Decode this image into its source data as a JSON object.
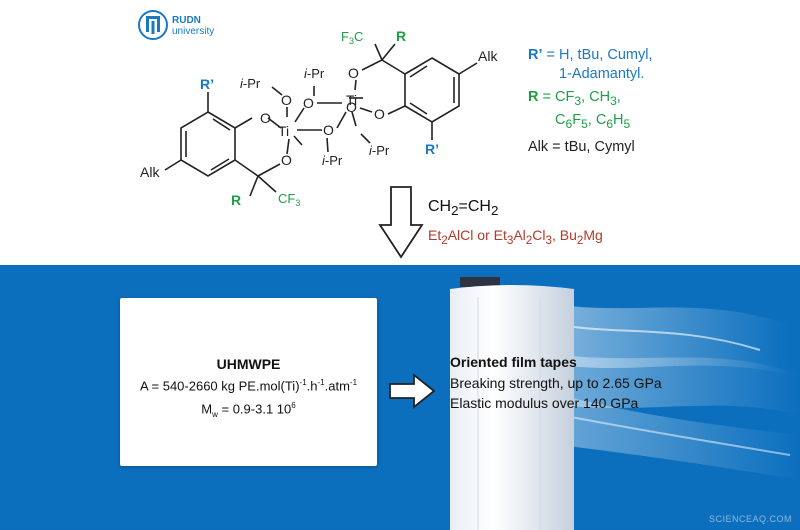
{
  "logo": {
    "line1": "RUDN",
    "line2": "university"
  },
  "molecule": {
    "r_prime": "R’",
    "r": "R",
    "alk": "Alk",
    "o": "O",
    "ti": "Ti",
    "ipr_i": "i",
    "ipr_rest": "-Pr",
    "cf3_left": "F",
    "cf3_left_sub": "3",
    "cf3_left_c": "C",
    "cf3_right": "CF",
    "cf3_right_sub": "3"
  },
  "legend": {
    "r_prime_key": "R’",
    "r_prime_line1": " = H, tBu, Cumyl,",
    "r_prime_line2": "1-Adamantyl.",
    "r_key": "R",
    "r_line1": " = CF",
    "r_line1_sub": "3",
    "r_line1_b": ", CH",
    "r_line1_b_sub": "3",
    "r_line1_c": ",",
    "r_line2": "C",
    "r_line2_sub1": "6",
    "r_line2_b": "F",
    "r_line2_sub2": "5",
    "r_line2_c": ", C",
    "r_line2_sub3": "6",
    "r_line2_d": "H",
    "r_line2_sub4": "5",
    "alk_line": "Alk = tBu, Cymyl"
  },
  "conditions": {
    "monomer_a": "CH",
    "monomer_a_sub": "2",
    "monomer_b": "=CH",
    "monomer_b_sub": "2",
    "cat_a": "Et",
    "cat_a_sub": "2",
    "cat_b": "AlCl or Et",
    "cat_b_sub": "3",
    "cat_c": "Al",
    "cat_c_sub": "2",
    "cat_d": "Cl",
    "cat_d_sub": "3",
    "cat_e": ", Bu",
    "cat_e_sub": "2",
    "cat_f": "Mg"
  },
  "product": {
    "name": "UHMWPE",
    "activity_a": "A = 540-2660 kg PE.mol(Ti)",
    "activity_sup1": "-1",
    "activity_b": ".h",
    "activity_sup2": "-1",
    "activity_c": ".atm",
    "activity_sup3": "-1",
    "mw_a": "M",
    "mw_sub": "w",
    "mw_b": " = 0.9-3.1 10",
    "mw_sup": "6"
  },
  "tapes": {
    "heading": "Oriented film tapes",
    "line1": "Breaking strength, up to 2.65 GPa",
    "line2": "Elastic modulus over 140 GPa"
  },
  "watermark": "SCIENCEAQ.COM",
  "colors": {
    "blue_label": "#1b79c2",
    "green_label": "#1f9e45",
    "red_text": "#b23a2a",
    "panel": "#0b6fbe"
  }
}
